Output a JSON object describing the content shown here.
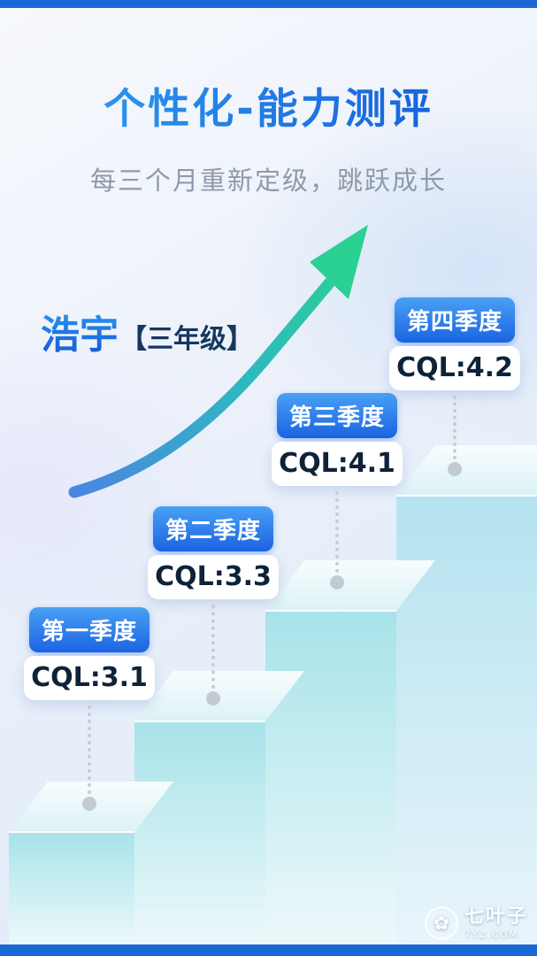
{
  "header": {
    "title": "个性化-能力测评",
    "subtitle": "每三个月重新定级，跳跃成长"
  },
  "student": {
    "name": "浩宇",
    "grade": "【三年级】"
  },
  "quarters": [
    {
      "label": "第一季度",
      "score": "CQL:3.1"
    },
    {
      "label": "第二季度",
      "score": "CQL:3.3"
    },
    {
      "label": "第三季度",
      "score": "CQL:4.1"
    },
    {
      "label": "第四季度",
      "score": "CQL:4.2"
    }
  ],
  "watermark": {
    "icon": "flower-icon",
    "icon_glyph": "✿",
    "brand": "七叶子",
    "domain": "7YZ.COM"
  },
  "colors": {
    "accent_blue": "#1b63e2",
    "title_gradient_start": "#2f9ef2",
    "title_gradient_end": "#145ad8",
    "arrow_green": "#2bd093",
    "bar_blue": "#1b67d8",
    "stair_teal": "#aee6ea",
    "subtitle_gray": "#8e9aa9"
  },
  "chart_data": {
    "type": "bar",
    "categories": [
      "第一季度",
      "第二季度",
      "第三季度",
      "第四季度"
    ],
    "values": [
      3.1,
      3.3,
      4.1,
      4.2
    ],
    "series_name": "CQL",
    "annotations": [
      "CQL:3.1",
      "CQL:3.3",
      "CQL:4.1",
      "CQL:4.2"
    ],
    "title": "个性化-能力测评",
    "subtitle": "每三个月重新定级，跳跃成长",
    "student": "浩宇",
    "grade": "三年级",
    "ylim": [
      0,
      5
    ],
    "legend": false,
    "layout": "ascending-staircase with upward growth arrow"
  }
}
